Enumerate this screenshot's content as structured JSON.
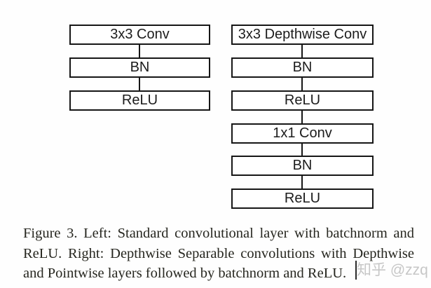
{
  "diagram": {
    "left_column": {
      "boxes": [
        {
          "label": "3x3 Conv"
        },
        {
          "label": "BN"
        },
        {
          "label": "ReLU"
        }
      ]
    },
    "right_column": {
      "boxes": [
        {
          "label": "3x3 Depthwise Conv"
        },
        {
          "label": "BN"
        },
        {
          "label": "ReLU"
        },
        {
          "label": "1x1 Conv"
        },
        {
          "label": "BN"
        },
        {
          "label": "ReLU"
        }
      ]
    },
    "box_border_color": "#161616",
    "box_fill_color": "#ffffff"
  },
  "caption": {
    "lines": [
      "Figure 3. Left:  Standard convolutional layer with batchnorm and",
      "ReLU. Right: Depthwise Separable convolutions with Depthwise",
      "and Pointwise layers followed by batchnorm and ReLU."
    ],
    "text_color": "#26261f"
  },
  "watermark": {
    "text": "知乎 @zzq",
    "color": "#c7c7c7"
  }
}
